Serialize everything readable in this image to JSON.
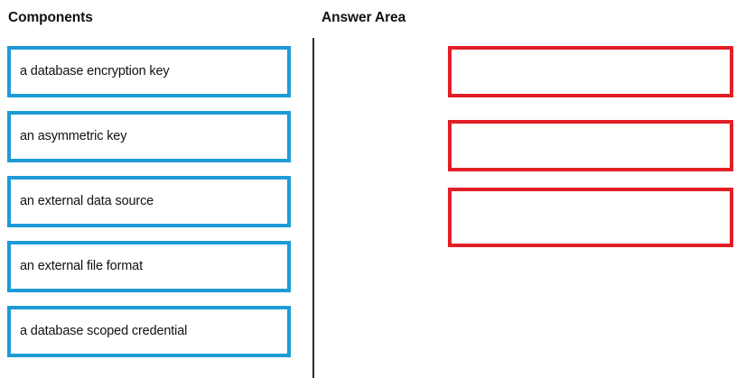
{
  "columns": {
    "components": {
      "heading": "Components",
      "items": [
        {
          "label": "a database encryption key"
        },
        {
          "label": "an asymmetric key"
        },
        {
          "label": "an external data source"
        },
        {
          "label": "an external file format"
        },
        {
          "label": "a database scoped credential"
        }
      ]
    },
    "answer_area": {
      "heading": "Answer Area",
      "slots": [
        {
          "label": ""
        },
        {
          "label": ""
        },
        {
          "label": ""
        }
      ]
    }
  },
  "colors": {
    "component_border": "#1e9bd7",
    "answer_border": "#e21f26",
    "divider": "#2b2b2b",
    "text": "#121212",
    "background": "#ffffff"
  }
}
